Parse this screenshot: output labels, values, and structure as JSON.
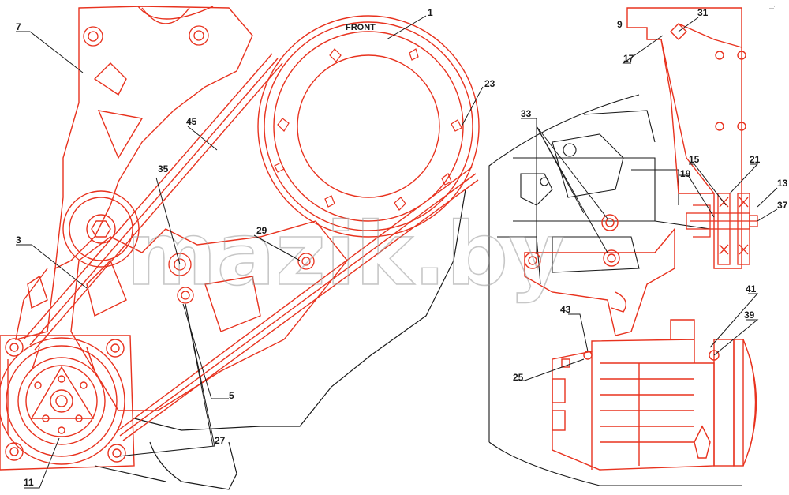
{
  "diagram": {
    "front_label": "FRONT",
    "watermark": "mazik.by",
    "corner_mark": "—' ...",
    "colors": {
      "part_red": "#e8321e",
      "outline_black": "#1a1a1a",
      "watermark_gray": "#9a9a9a"
    },
    "callouts": {
      "c1": "1",
      "c3": "3",
      "c5": "5",
      "c7": "7",
      "c9": "9",
      "c11": "11",
      "c13": "13",
      "c15": "15",
      "c17": "17",
      "c19": "19",
      "c21": "21",
      "c23": "23",
      "c25": "25",
      "c27": "27",
      "c29": "29",
      "c31": "31",
      "c33": "33",
      "c35": "35",
      "c37": "37",
      "c39": "39",
      "c41": "41",
      "c43": "43",
      "c45": "45"
    }
  }
}
